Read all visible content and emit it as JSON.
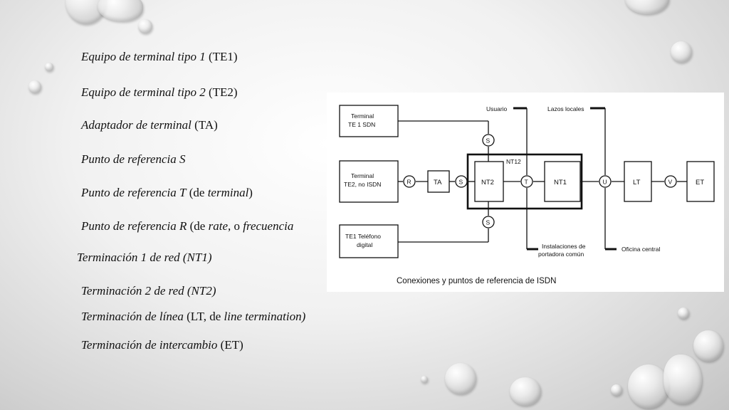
{
  "terms": [
    {
      "italic": "Equipo de terminal tipo 1",
      "rest": " (TE1)"
    },
    {
      "italic": "Equipo de terminal tipo 2",
      "rest": " (TE2)"
    },
    {
      "italic": "Adaptador de terminal",
      "rest": " (TA)"
    },
    {
      "italic": "Punto de referencia S",
      "rest": ""
    },
    {
      "italic": "Punto de referencia T",
      "rest": " (de ",
      "italic2": "terminal",
      "rest2": ")"
    },
    {
      "italic": "Punto de referencia R",
      "rest": " (de ",
      "italic2": "rate",
      "rest2": ", o ",
      "italic3": "frecuencia"
    },
    {
      "italic": "Terminación 1 de red (NT1)",
      "rest": ""
    },
    {
      "italic": "Terminación 2 de red (NT2)",
      "rest": ""
    },
    {
      "italic": "Terminación de línea",
      "rest": " (LT, de ",
      "italic2": "line termination)"
    },
    {
      "italic": "Terminación de intercambio",
      "rest": " (ET)"
    }
  ],
  "diagram": {
    "box_te1_l1": "Terminal",
    "box_te1_l2": "TE 1 SDN",
    "box_te2_l1": "Terminal",
    "box_te2_l2": "TE2, no ISDN",
    "box_phone_l1": "TE1 Teléfono",
    "box_phone_l2": "digital",
    "ta": "TA",
    "nt2": "NT2",
    "nt1": "NT1",
    "nt12": "NT12",
    "lt": "LT",
    "et": "ET",
    "ref_r": "R",
    "ref_s": "S",
    "ref_t": "T",
    "ref_u": "U",
    "ref_v": "V",
    "usuario": "Usuario",
    "lazos": "Lazos locales",
    "inst_l1": "Instalaciones de",
    "inst_l2": "portadora común",
    "oficina": "Oficina central",
    "caption": "Conexiones y puntos de referencia de ISDN"
  }
}
